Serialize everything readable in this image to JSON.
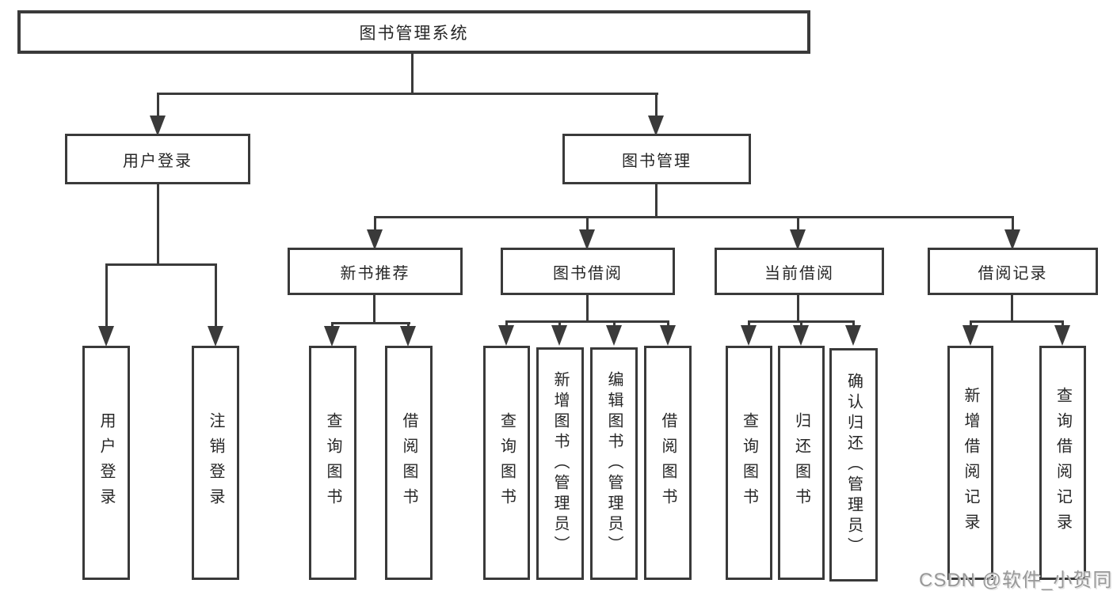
{
  "root": {
    "label": "图书管理系统"
  },
  "user_login": {
    "label": "用户登录",
    "children": [
      {
        "label": "用户登录"
      },
      {
        "label": "注销登录"
      }
    ]
  },
  "book_management": {
    "label": "图书管理",
    "sections": [
      {
        "label": "新书推荐",
        "children": [
          {
            "label": "查询图书"
          },
          {
            "label": "借阅图书"
          }
        ]
      },
      {
        "label": "图书借阅",
        "children": [
          {
            "label": "查询图书"
          },
          {
            "label": "新增图书（管理员）"
          },
          {
            "label": "编辑图书（管理员）"
          },
          {
            "label": "借阅图书"
          }
        ]
      },
      {
        "label": "当前借阅",
        "children": [
          {
            "label": "查询图书"
          },
          {
            "label": "归还图书"
          },
          {
            "label": "确认归还（管理员）"
          }
        ]
      },
      {
        "label": "借阅记录",
        "children": [
          {
            "label": "新增借阅记录"
          },
          {
            "label": "查询借阅记录"
          }
        ]
      }
    ]
  },
  "watermark": "CSDN @软件_小贺同学",
  "colors": {
    "line": "#3a3a3a",
    "text": "#262626",
    "watermark": "#989898",
    "background": "#ffffff"
  }
}
